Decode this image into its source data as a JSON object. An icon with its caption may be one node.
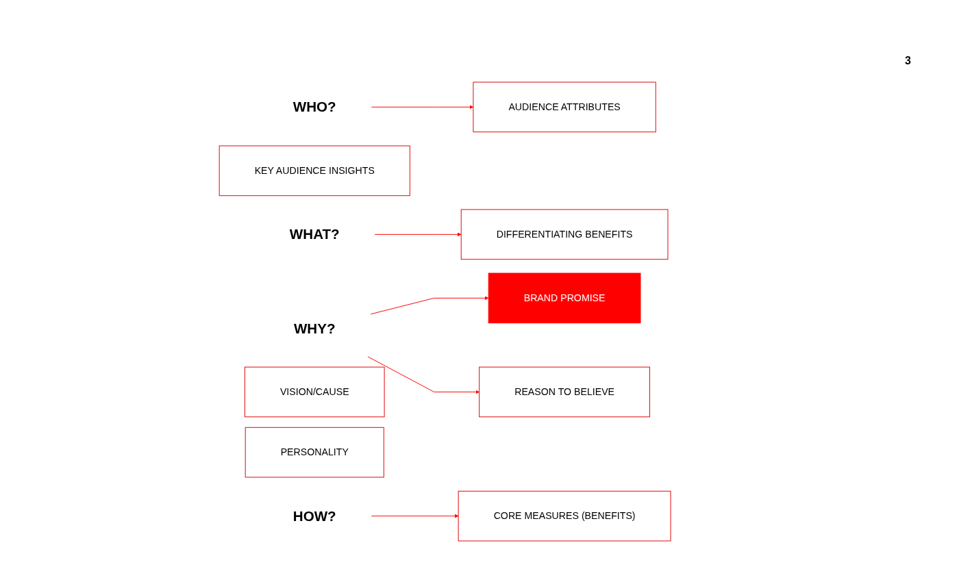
{
  "diagram": {
    "nodes": [
      {
        "text": [
          "WHO?"
        ]
      },
      {
        "text": [
          "AUDIENCE ATTRIBUTES"
        ]
      },
      {
        "text": [
          "KEY AUDIENCE INSIGHTS"
        ]
      },
      {
        "text": [
          "WHAT?"
        ]
      },
      {
        "text": [
          "DIFFERENTIATING BENEFITS"
        ]
      },
      {
        "text": [
          "WHY?"
        ]
      },
      {
        "text": [
          "BRAND PROMISE"
        ]
      },
      {
        "text": [
          "VISION/CAUSE"
        ]
      },
      {
        "text": [
          "REASON TO BELIEVE"
        ]
      },
      {
        "text": [
          "PERSONALITY"
        ]
      },
      {
        "text": [
          "HOW?"
        ]
      },
      {
        "text": [
          "CORE MEASURES (BENEFITS)"
        ]
      }
    ],
    "edges": [
      {
        "from": 0,
        "to": 1,
        "arrow": "to"
      },
      {
        "from": 3,
        "to": 4,
        "arrow": "to"
      },
      {
        "from": 5,
        "to": 6,
        "arrow": "to"
      },
      {
        "from": 5,
        "to": 8,
        "arrow": "to"
      },
      {
        "from": 10,
        "to": 11,
        "arrow": "to"
      }
    ],
    "labels": [
      "3"
    ]
  }
}
